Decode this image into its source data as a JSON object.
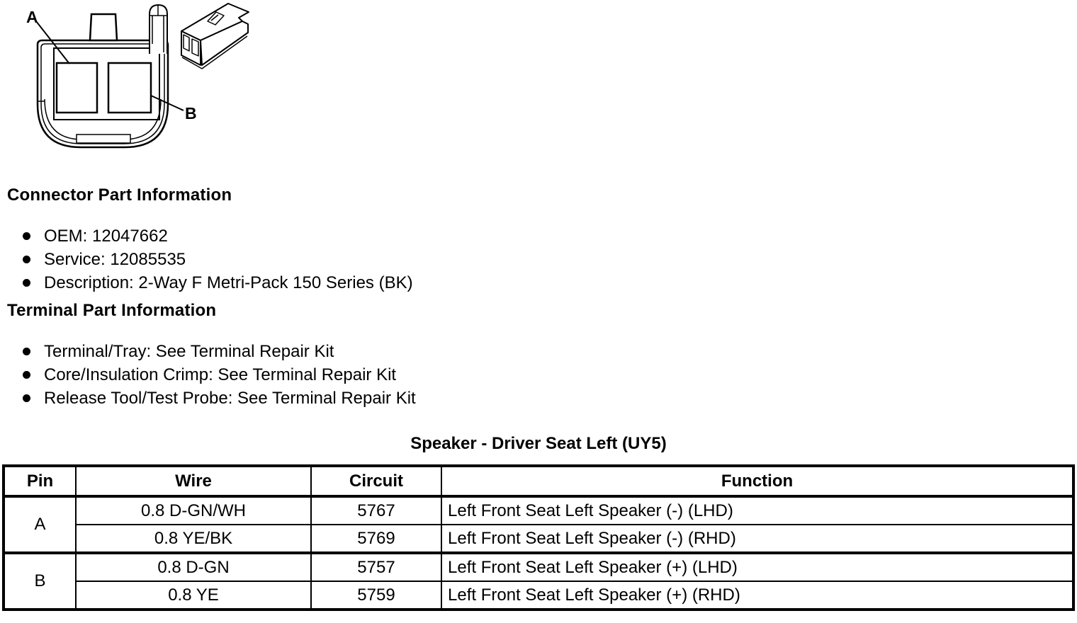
{
  "diagram": {
    "pin_a_label": "A",
    "pin_b_label": "B"
  },
  "sections": {
    "connector": {
      "heading": "Connector Part Information",
      "bullets": [
        "OEM: 12047662",
        "Service: 12085535",
        "Description: 2-Way F Metri-Pack 150 Series (BK)"
      ]
    },
    "terminal": {
      "heading": "Terminal Part Information",
      "bullets": [
        "Terminal/Tray: See Terminal Repair Kit",
        "Core/Insulation Crimp: See Terminal Repair Kit",
        "Release Tool/Test Probe: See Terminal Repair Kit"
      ]
    }
  },
  "table": {
    "title": "Speaker - Driver Seat Left (UY5)",
    "headers": [
      "Pin",
      "Wire",
      "Circuit",
      "Function"
    ],
    "groups": [
      {
        "pin": "A",
        "rows": [
          {
            "wire": "0.8 D-GN/WH",
            "circuit": "5767",
            "function": "Left Front Seat Left Speaker (-) (LHD)"
          },
          {
            "wire": "0.8 YE/BK",
            "circuit": "5769",
            "function": "Left Front Seat Left Speaker (-) (RHD)"
          }
        ]
      },
      {
        "pin": "B",
        "rows": [
          {
            "wire": "0.8 D-GN",
            "circuit": "5757",
            "function": "Left Front Seat Left Speaker (+) (LHD)"
          },
          {
            "wire": "0.8 YE",
            "circuit": "5759",
            "function": "Left Front Seat Left Speaker (+) (RHD)"
          }
        ]
      }
    ]
  }
}
